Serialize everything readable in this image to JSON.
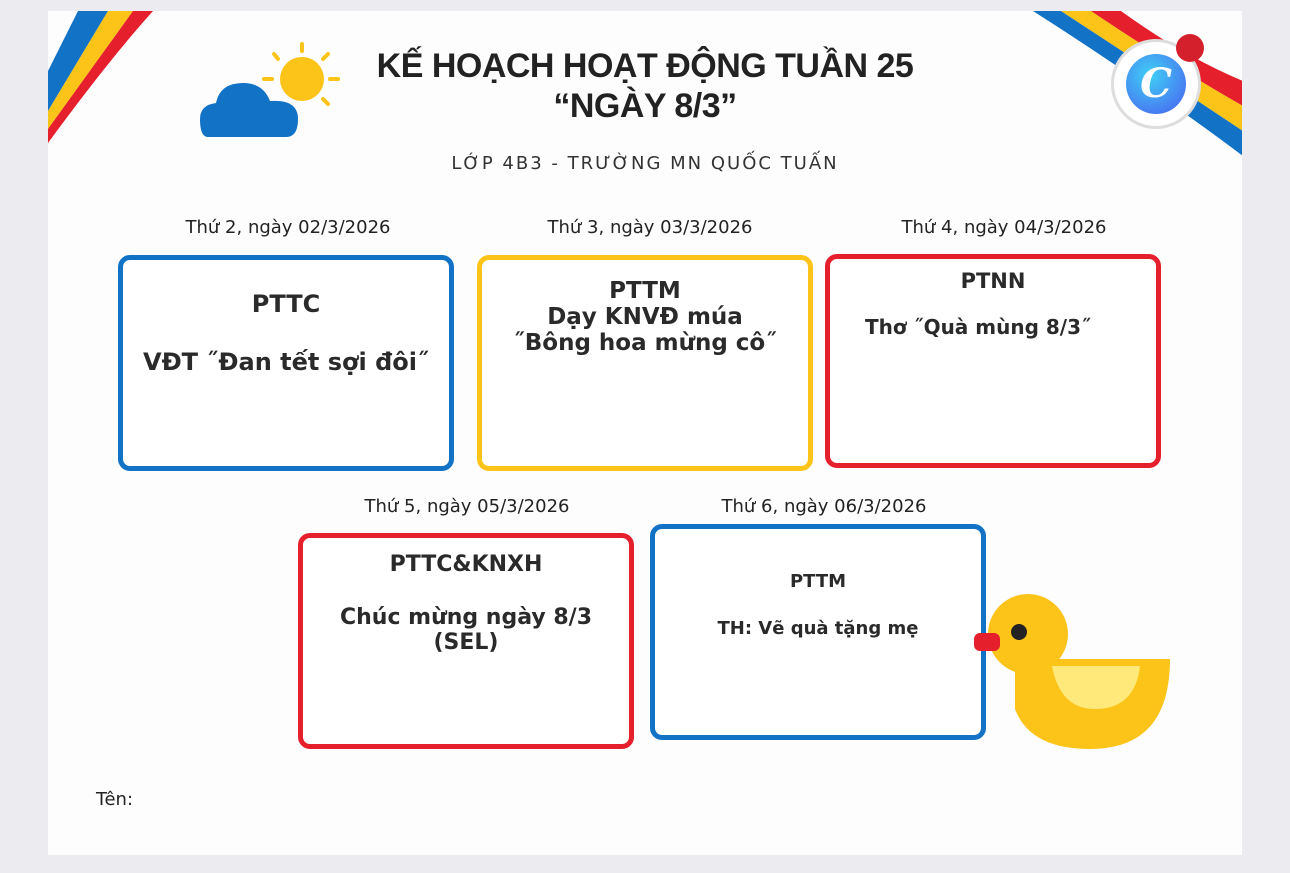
{
  "header": {
    "title_line1": "KẾ HOẠCH HOẠT ĐỘNG TUẦN 25",
    "title_line2": "“NGÀY 8/3”",
    "subtitle": "LỚP 4B3 - TRƯỜNG MN QUỐC TUẤN"
  },
  "days": [
    {
      "date": "Thứ 2, ngày 02/3/2026",
      "area": "PTTC",
      "activity": "VĐT ˝Đan tết sợi đôi˝"
    },
    {
      "date": "Thứ 3, ngày 03/3/2026",
      "area": "PTTM",
      "activity_line1": "Dạy KNVĐ múa",
      "activity_line2": "˝Bông hoa mừng cô˝"
    },
    {
      "date": "Thứ 4, ngày 04/3/2026",
      "area": "PTNN",
      "activity": "Thơ ˝Quà mùng 8/3˝"
    },
    {
      "date": "Thứ 5, ngày 05/3/2026",
      "area": "PTTC&KNXH",
      "activity_line1": "Chúc mừng ngày 8/3",
      "activity_line2": "(SEL)"
    },
    {
      "date": "Thứ 6, ngày 06/3/2026",
      "area": "PTTM",
      "activity": "TH: Vẽ quà tặng mẹ"
    }
  ],
  "footer": {
    "name_label": "Tên:"
  },
  "colors": {
    "blue": "#1172c6",
    "yellow": "#fcc419",
    "red": "#e51f2b"
  }
}
